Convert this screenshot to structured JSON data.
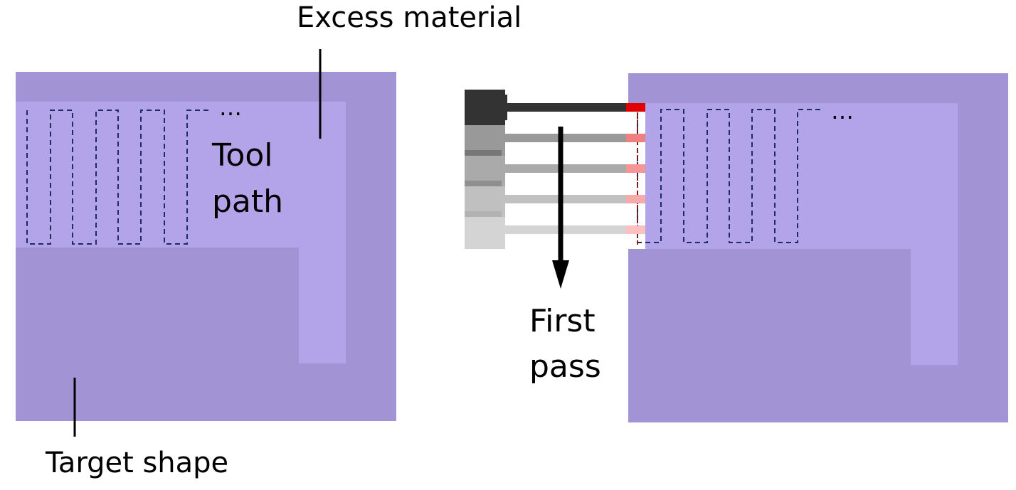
{
  "labels": {
    "excess_material": "Excess material",
    "tool_path_line1": "Tool",
    "tool_path_line2": "path",
    "target_shape": "Target shape",
    "first_pass_line1": "First",
    "first_pass_line2": "pass",
    "ellipsis_left": "…",
    "ellipsis_right": "…"
  },
  "colors": {
    "target_shape": "#a294d4",
    "excess_material": "#b3a3e9",
    "tool_path": "#1f2d5c",
    "tool_dark": "#333333",
    "tool_tip": "#e00000",
    "tool_shades": [
      "#333333",
      "#999999",
      "#aaaaaa",
      "#c0c0c0",
      "#d4d4d4"
    ],
    "tip_shades": [
      "#e00000",
      "#f08080",
      "#f59595",
      "#f8aaaa",
      "#fbc0c0"
    ]
  },
  "icons": {
    "tool": "cutting-tool-icon",
    "arrow": "arrow-down-icon"
  }
}
